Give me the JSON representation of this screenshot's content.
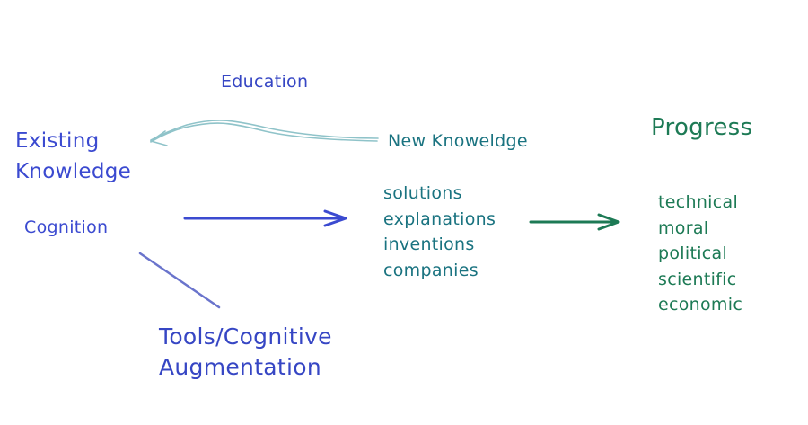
{
  "diagram": {
    "education_label": "Education",
    "existing_knowledge": {
      "line1": "Existing",
      "line2": "Knowledge"
    },
    "cognition_label": "Cognition",
    "tools_label": {
      "line1": "Tools/Cognitive",
      "line2": "Augmentation"
    },
    "new_knowledge_label": "New Knoweldge",
    "outputs": [
      "solutions",
      "explanations",
      "inventions",
      "companies"
    ],
    "progress_label": "Progress",
    "progress_types": [
      "technical",
      "moral",
      "political",
      "scientific",
      "economic"
    ]
  },
  "colors": {
    "blue": "#3b4ad0",
    "tools_line": "#6a74cc",
    "teal": "#1a7380",
    "education_arrow": "#8fc3c9",
    "green": "#1d7a55"
  }
}
